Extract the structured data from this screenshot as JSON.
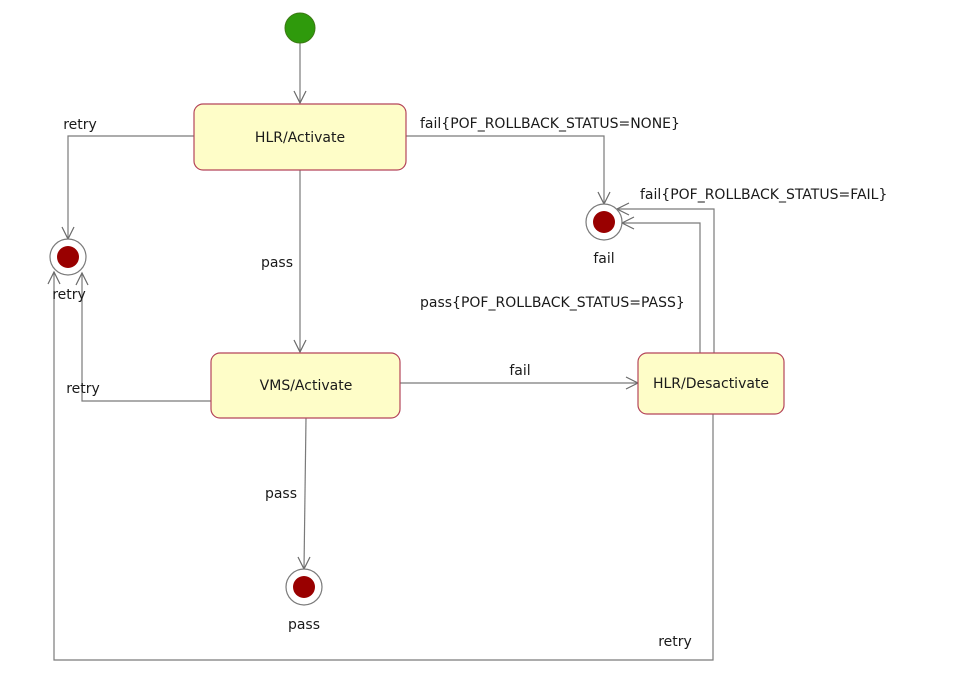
{
  "colors": {
    "initial_fill": "#2f9a0c",
    "state_fill": "#fefdc8",
    "state_border": "#b5455a",
    "final_fill": "#990000",
    "edge": "#7a7a7a"
  },
  "states": {
    "hlr_activate": "HLR/Activate",
    "vms_activate": "VMS/Activate",
    "hlr_desactivate": "HLR/Desactivate"
  },
  "finals": {
    "retry": "retry",
    "fail": "fail",
    "pass": "pass"
  },
  "transitions": {
    "hlr_to_retry": "retry",
    "hlr_to_vms": "pass",
    "hlr_to_fail": "fail{POF_ROLLBACK_STATUS=NONE}",
    "vms_to_retry": "retry",
    "vms_to_desactivate": "fail",
    "vms_to_pass": "pass",
    "desactivate_to_fail_fail": "fail{POF_ROLLBACK_STATUS=FAIL}",
    "desactivate_to_fail_pass": "pass{POF_ROLLBACK_STATUS=PASS}",
    "desactivate_to_retry": "retry"
  }
}
